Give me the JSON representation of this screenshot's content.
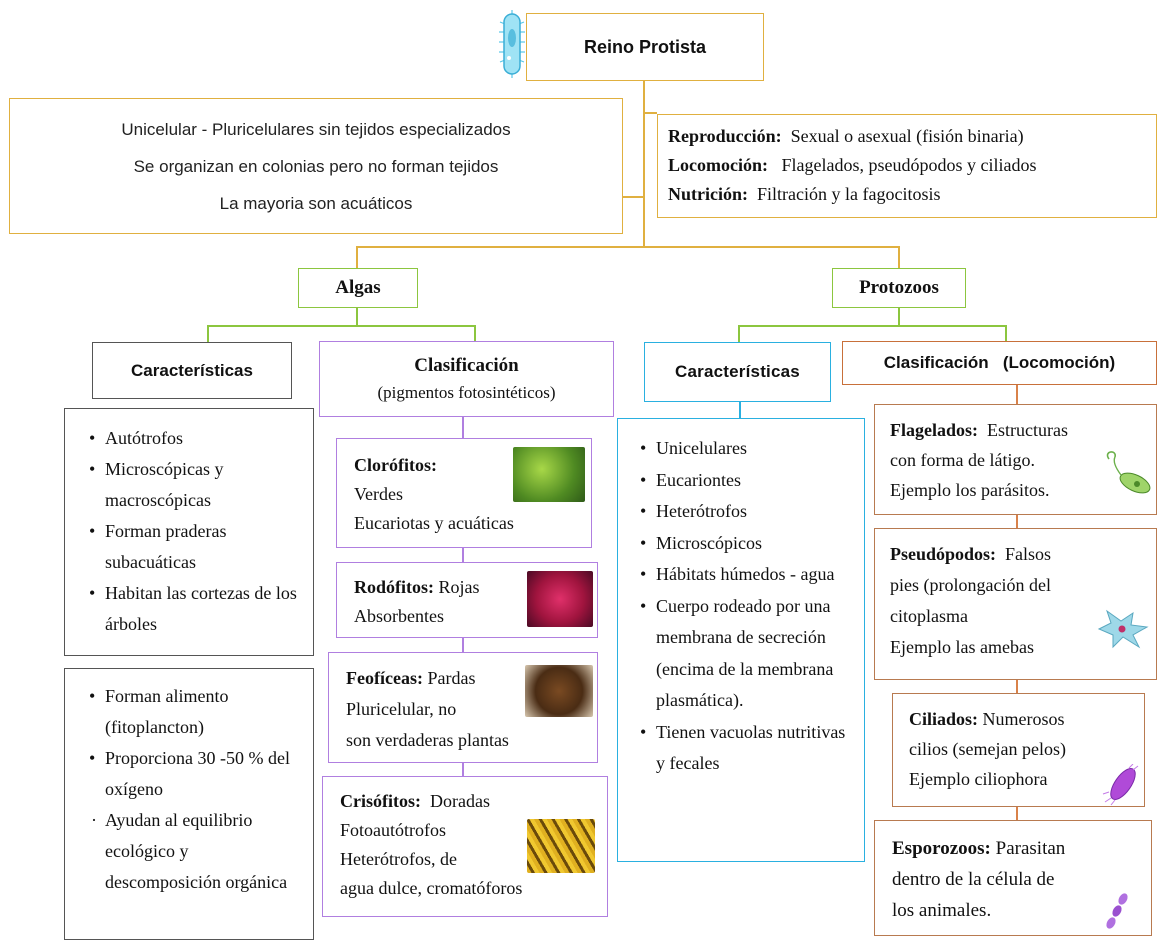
{
  "root": {
    "title": "Reino Protista"
  },
  "general": {
    "lines": [
      "Unicelular - Pluricelulares sin tejidos especializados",
      "Se organizan en colonias pero no forman tejidos",
      "La mayoria son acuáticos"
    ]
  },
  "traits": {
    "reproduccion_label": "Reproducción:",
    "reproduccion_text": "Sexual o asexual (fisión binaria)",
    "locomocion_label": "Locomoción:",
    "locomocion_text": "Flagelados, pseudópodos y ciliados",
    "nutricion_label": "Nutrición:",
    "nutricion_text": "Filtración y la fagocitosis"
  },
  "algas": {
    "title": "Algas",
    "caracteristicas_title": "Características",
    "caracteristicas": [
      "Autótrofos",
      "Microscópicas y macroscópicas",
      "Forman praderas subacuáticas",
      "Habitan las cortezas de los árboles"
    ],
    "importancia": [
      "Forman alimento (fitoplancton)",
      "Proporciona 30 -50 % del oxígeno",
      "Ayudan al equilibrio ecológico y descomposición orgánica"
    ],
    "clasificacion_title": "Clasificación",
    "clasificacion_subtitle": "(pigmentos fotosintéticos)",
    "clorofitos": {
      "name": "Clorófitos:",
      "line1": "Verdes",
      "line2": "Eucariotas y acuáticas"
    },
    "rodofitos": {
      "name": "Rodófitos:",
      "text1": "Rojas",
      "line2": "Absorbentes"
    },
    "feoficeas": {
      "name": "Feofíceas:",
      "text1": "Pardas",
      "line2": "Pluricelular, no",
      "line3": "son verdaderas plantas"
    },
    "crisofitos": {
      "name": "Crisófitos:",
      "text1": "Doradas",
      "line2": "Fotoautótrofos",
      "line3": "Heterótrofos, de",
      "line4": "agua dulce, cromatóforos"
    }
  },
  "protozoos": {
    "title": "Protozoos",
    "caracteristicas_title": "Características",
    "caracteristicas": [
      "Unicelulares",
      "Eucariontes",
      "Heterótrofos",
      "Microscópicos",
      "Hábitats húmedos - agua",
      "Cuerpo rodeado por una membrana de secreción (encima de la membrana plasmática).",
      "Tienen vacuolas nutritivas y fecales"
    ],
    "clasificacion_title": "Clasificación   (Locomoción)",
    "flagelados": {
      "name": "Flagelados:",
      "text1": "Estructuras",
      "line2": "con forma de látigo.",
      "line3": "Ejemplo los parásitos."
    },
    "pseudopodos": {
      "name": "Pseudópodos:",
      "text1": "Falsos",
      "line2": "pies (prolongación del",
      "line3": "citoplasma",
      "line4": "Ejemplo las amebas"
    },
    "ciliados": {
      "name": "Ciliados:",
      "text1": "Numerosos",
      "line2": "cilios (semejan pelos)",
      "line3": "Ejemplo ciliophora"
    },
    "esporozoos": {
      "name": "Esporozoos:",
      "text1": "Parasitan",
      "line2": "dentro de la célula de",
      "line3": "los animales."
    }
  },
  "colors": {
    "root_border": "#e0b040",
    "group_border": "#8cc63f",
    "clasificacion_algas_border": "#b07fe0",
    "caracteristicas_protozoos_border": "#2ab0e0",
    "clasificacion_protozoos_border": "#c8703a"
  }
}
